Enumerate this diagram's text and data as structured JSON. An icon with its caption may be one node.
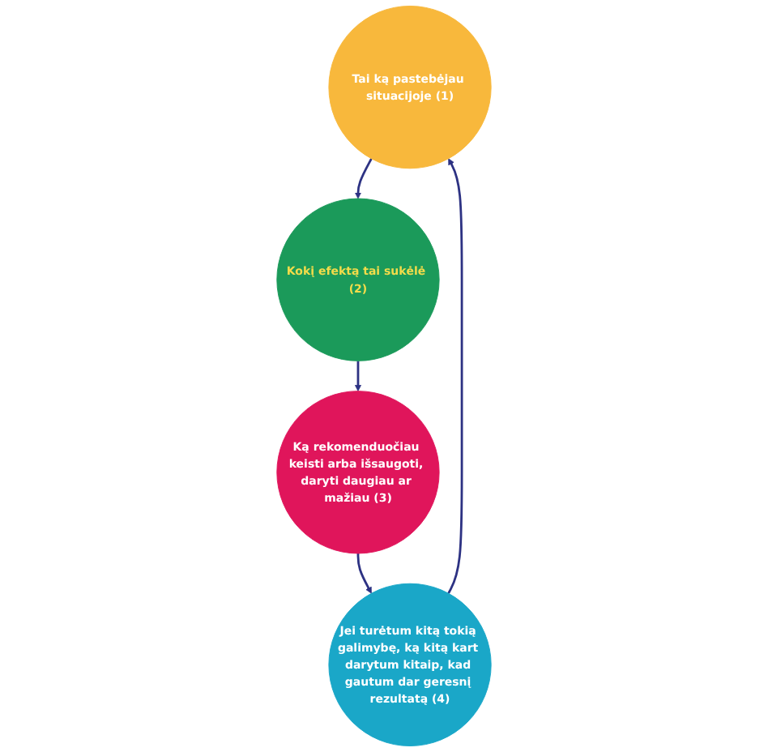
{
  "diagram": {
    "nodes": [
      {
        "text": [
          "Tai ką pastebėjau situacijoje (1)"
        ]
      },
      {
        "text": [
          "Kokį efektą tai sukėlė (2)"
        ]
      },
      {
        "text": [
          "Ką rekomenduočiau keisti arba išsaugoti, daryti daugiau ar mažiau (3)"
        ]
      },
      {
        "text": [
          "Jei turėtum kitą tokią galimybę, ką kitą kart darytum kitaip, kad gautum dar geresnį rezultatą (4)"
        ]
      }
    ],
    "edges": [
      {
        "from": 0,
        "to": 1,
        "arrow": "to"
      },
      {
        "from": 1,
        "to": 2,
        "arrow": "to"
      },
      {
        "from": 2,
        "to": 3,
        "arrow": "to"
      },
      {
        "from": 3,
        "to": 0,
        "arrow": "to"
      }
    ]
  }
}
